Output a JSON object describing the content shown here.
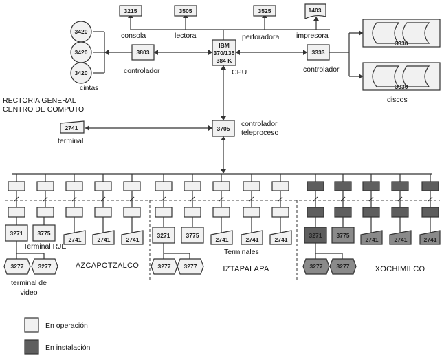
{
  "cpu": {
    "line1": "IBM",
    "line2": "370/135",
    "line3": "384 K",
    "label": "CPU"
  },
  "peripherals": {
    "consola": {
      "code": "3215",
      "label": "consola"
    },
    "lectora": {
      "code": "3505",
      "label": "lectora"
    },
    "perforadora": {
      "code": "3525",
      "label": "perforadora"
    },
    "impresora": {
      "code": "1403",
      "label": "impresora"
    }
  },
  "tape": {
    "units": [
      "3420",
      "3420",
      "3420"
    ],
    "label": "cintas",
    "controller_code": "3803",
    "controller_label": "controlador"
  },
  "disk": {
    "controller_code": "3333",
    "controller_label": "controlador",
    "unit_code": "3330",
    "label": "discos"
  },
  "center": {
    "line1": "RECTORIA GENERAL",
    "line2": "CENTRO DE COMPUTO"
  },
  "teleproceso": {
    "code": "3705",
    "label_line1": "controlador",
    "label_line2": "teleproceso",
    "terminal_code": "2741",
    "terminal_label": "terminal"
  },
  "zones": {
    "azcapotzalco": {
      "name": "AZCAPOTZALCO",
      "rje_codes": [
        "3271",
        "3775"
      ],
      "rje_label": "Terminal RJE",
      "terminals": [
        "2741",
        "2741",
        "2741"
      ],
      "video_codes": [
        "3277",
        "3277"
      ],
      "video_label_line1": "terminal de",
      "video_label_line2": "video"
    },
    "iztapalapa": {
      "name": "IZTAPALAPA",
      "rje_codes": [
        "3271",
        "3775"
      ],
      "terminals": [
        "2741",
        "2741",
        "2741"
      ],
      "terminals_label": "Terminales",
      "video_codes": [
        "3277",
        "3277"
      ]
    },
    "xochimilco": {
      "name": "XOCHIMILCO",
      "rje_codes": [
        "3271",
        "3775"
      ],
      "terminals": [
        "2741",
        "2741",
        "2741"
      ],
      "video_codes": [
        "3277",
        "3277"
      ]
    }
  },
  "legend": {
    "operation": "En operación",
    "installation": "En instalación"
  },
  "colors": {
    "operation_fill": "#f1f1f1",
    "installation_fill": "#8a8a8a",
    "line": "#333333"
  }
}
